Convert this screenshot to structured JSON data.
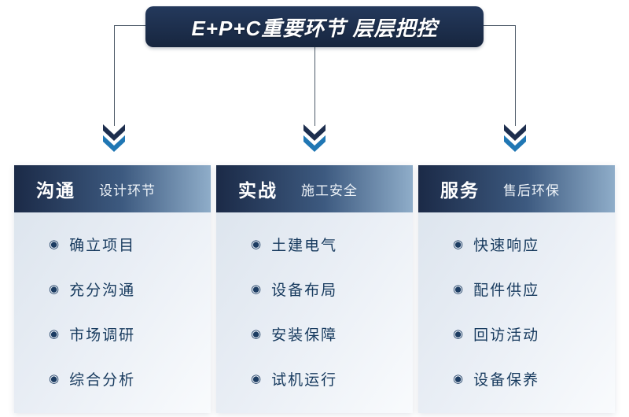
{
  "banner": {
    "title": "E+P+C重要环节 层层把控"
  },
  "icons": {
    "bullet": "◉"
  },
  "columns": [
    {
      "title": "沟通",
      "subtitle": "设计环节",
      "items": [
        "确立项目",
        "充分沟通",
        "市场调研",
        "综合分析"
      ]
    },
    {
      "title": "实战",
      "subtitle": "施工安全",
      "items": [
        "土建电气",
        "设备布局",
        "安装保障",
        "试机运行"
      ]
    },
    {
      "title": "服务",
      "subtitle": "售后环保",
      "items": [
        "快速响应",
        "配件供应",
        "回访活动",
        "设备保养"
      ]
    }
  ],
  "colors": {
    "banner_bg": "#17263f",
    "header_gradient_start": "#1b2a47",
    "header_gradient_end": "#8fadc9",
    "arrow_dark": "#1d2e4e",
    "arrow_blue": "#2077b4",
    "item_text": "#173a5e"
  }
}
